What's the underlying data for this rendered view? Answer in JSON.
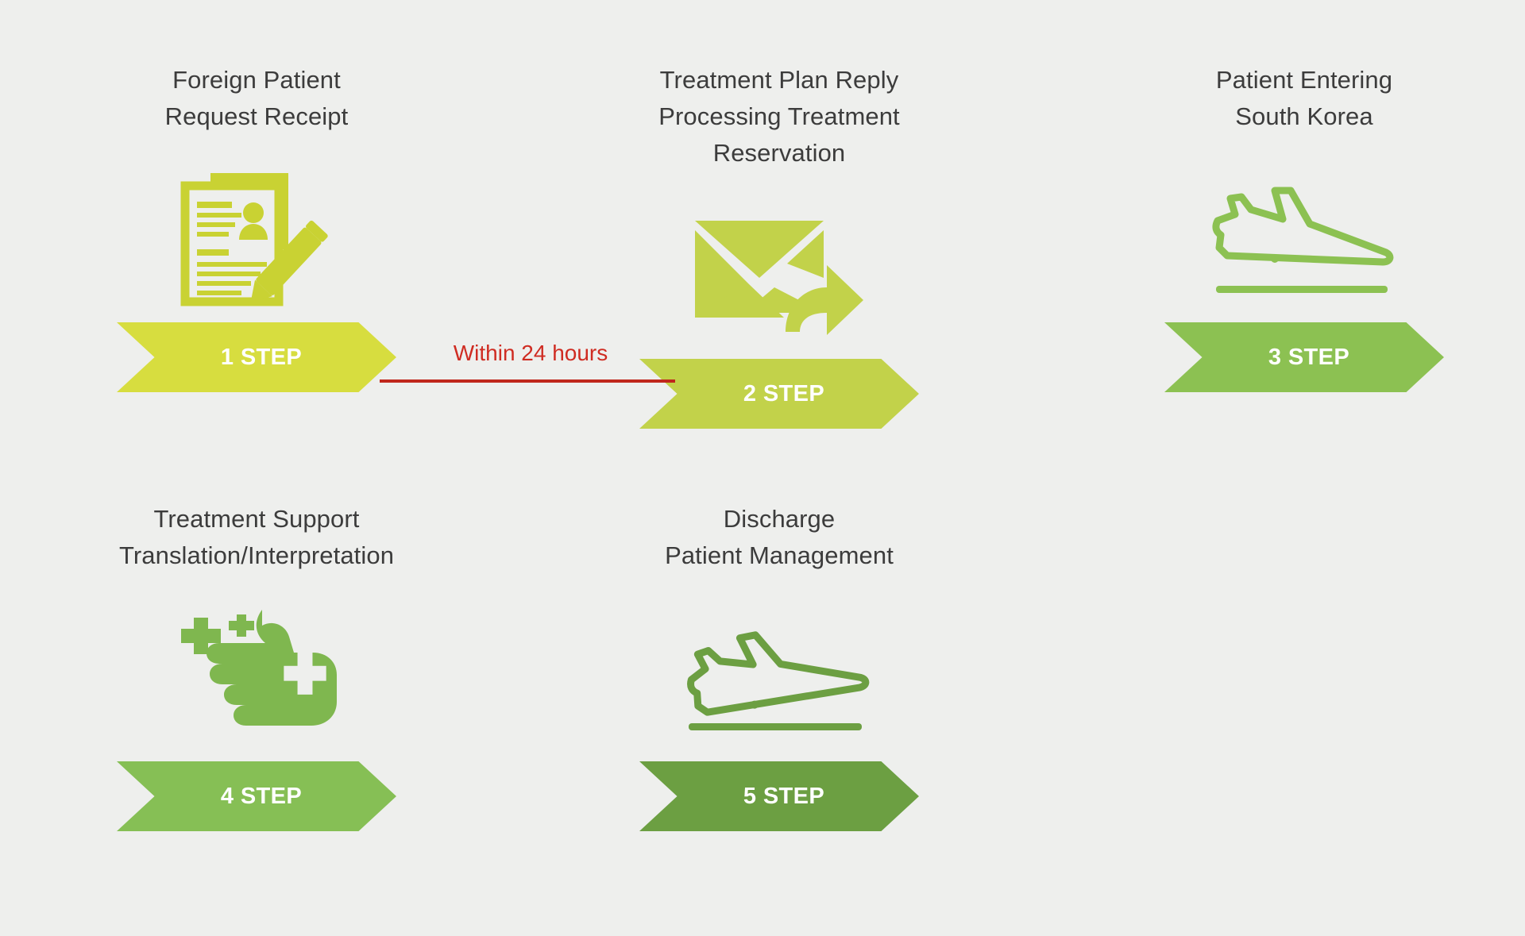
{
  "page": {
    "background_color": "#eeefed",
    "title_text_color": "#3c3c3c"
  },
  "connector": {
    "label": "Within 24 hours",
    "color": "#cf2c22",
    "from_step": "1 STEP",
    "to_step": "2 STEP"
  },
  "steps": [
    {
      "id": "step-1",
      "title": "Foreign Patient\nRequest Receipt",
      "badge_label": "1 STEP",
      "badge_color": "#d7dd3f",
      "icon": "document-form-pencil-icon"
    },
    {
      "id": "step-2",
      "title": "Treatment Plan Reply\nProcessing Treatment Reservation",
      "badge_label": "2 STEP",
      "badge_color": "#c2d24a",
      "icon": "envelope-forward-icon"
    },
    {
      "id": "step-3",
      "title": "Patient Entering\nSouth Korea",
      "badge_label": "3 STEP",
      "badge_color": "#8cc152",
      "icon": "airplane-landing-icon"
    },
    {
      "id": "step-4",
      "title": "Treatment Support\nTranslation/Interpretation",
      "badge_label": "4 STEP",
      "badge_color": "#86bf55",
      "icon": "medical-hand-cross-icon"
    },
    {
      "id": "step-5",
      "title": "Discharge\nPatient Management",
      "badge_label": "5 STEP",
      "badge_color": "#6c9f42",
      "icon": "airplane-takeoff-icon"
    }
  ]
}
